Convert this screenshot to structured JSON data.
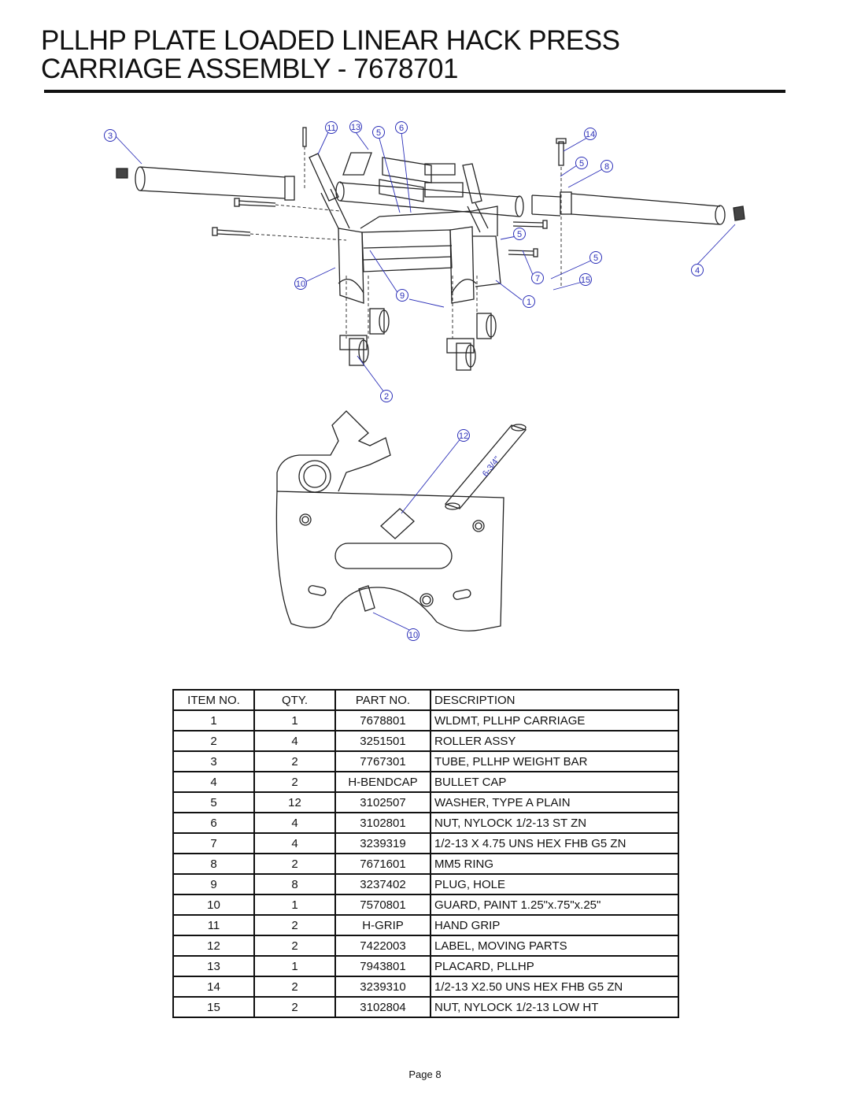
{
  "title": {
    "line1": "PLLHP PLATE LOADED LINEAR HACK PRESS",
    "line2": "CARRIAGE ASSEMBLY - 7678701"
  },
  "diagram": {
    "callouts": [
      "1",
      "2",
      "3",
      "4",
      "5",
      "6",
      "7",
      "8",
      "9",
      "10",
      "11",
      "12",
      "13",
      "14",
      "15"
    ],
    "dimension_label": "6-3/4\""
  },
  "bom": {
    "headers": [
      "ITEM NO.",
      "QTY.",
      "PART NO.",
      "DESCRIPTION"
    ],
    "rows": [
      [
        "1",
        "1",
        "7678801",
        "WLDMT, PLLHP CARRIAGE"
      ],
      [
        "2",
        "4",
        "3251501",
        "ROLLER ASSY"
      ],
      [
        "3",
        "2",
        "7767301",
        "TUBE, PLLHP WEIGHT BAR"
      ],
      [
        "4",
        "2",
        "H-BENDCAP",
        "BULLET CAP"
      ],
      [
        "5",
        "12",
        "3102507",
        "WASHER, TYPE A PLAIN"
      ],
      [
        "6",
        "4",
        "3102801",
        "NUT, NYLOCK 1/2-13 ST ZN"
      ],
      [
        "7",
        "4",
        "3239319",
        "1/2-13 X 4.75 UNS HEX FHB G5 ZN"
      ],
      [
        "8",
        "2",
        "7671601",
        "MM5 RING"
      ],
      [
        "9",
        "8",
        "3237402",
        "PLUG, HOLE"
      ],
      [
        "10",
        "1",
        "7570801",
        "GUARD, PAINT 1.25\"x.75\"x.25\""
      ],
      [
        "11",
        "2",
        "H-GRIP",
        "HAND GRIP"
      ],
      [
        "12",
        "2",
        "7422003",
        "LABEL, MOVING PARTS"
      ],
      [
        "13",
        "1",
        "7943801",
        "PLACARD, PLLHP"
      ],
      [
        "14",
        "2",
        "3239310",
        "1/2-13 X2.50 UNS HEX FHB G5 ZN"
      ],
      [
        "15",
        "2",
        "3102804",
        "NUT, NYLOCK 1/2-13 LOW HT"
      ]
    ]
  },
  "footer": {
    "page": "Page 8"
  }
}
